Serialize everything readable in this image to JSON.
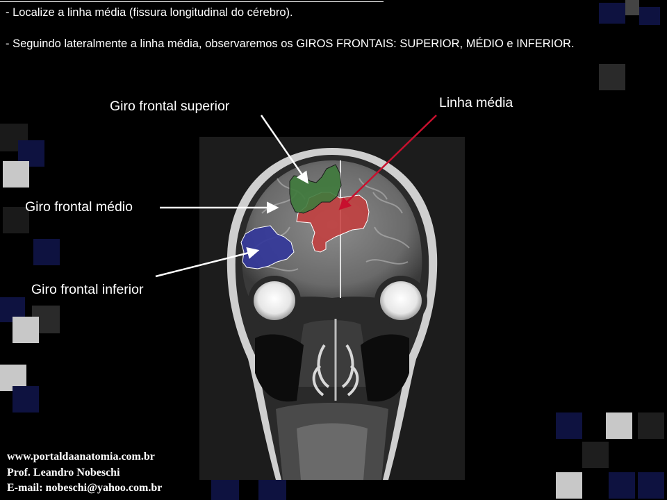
{
  "header": {
    "line1": "- Localize a linha média (fissura longitudinal do cérebro).",
    "line2": "- Seguindo lateralmente a linha média, observaremos os GIROS FRONTAIS: SUPERIOR, MÉDIO e INFERIOR."
  },
  "labels": {
    "superior": "Giro frontal superior",
    "linha_media": "Linha média",
    "medio": "Giro frontal médio",
    "inferior": "Giro frontal inferior"
  },
  "footer": {
    "website": "www.portaldaanatomia.com.br",
    "professor": "Prof. Leandro Nobeschi",
    "email": "E-mail: nobeschi@yahoo.com.br"
  },
  "colors": {
    "background": "#000000",
    "superior_gyrus": "#3f7a3c",
    "middle_gyrus": "#c53c3c",
    "inferior_gyrus": "#34389a",
    "midline_arrow": "#c8102e",
    "text": "#ffffff"
  }
}
